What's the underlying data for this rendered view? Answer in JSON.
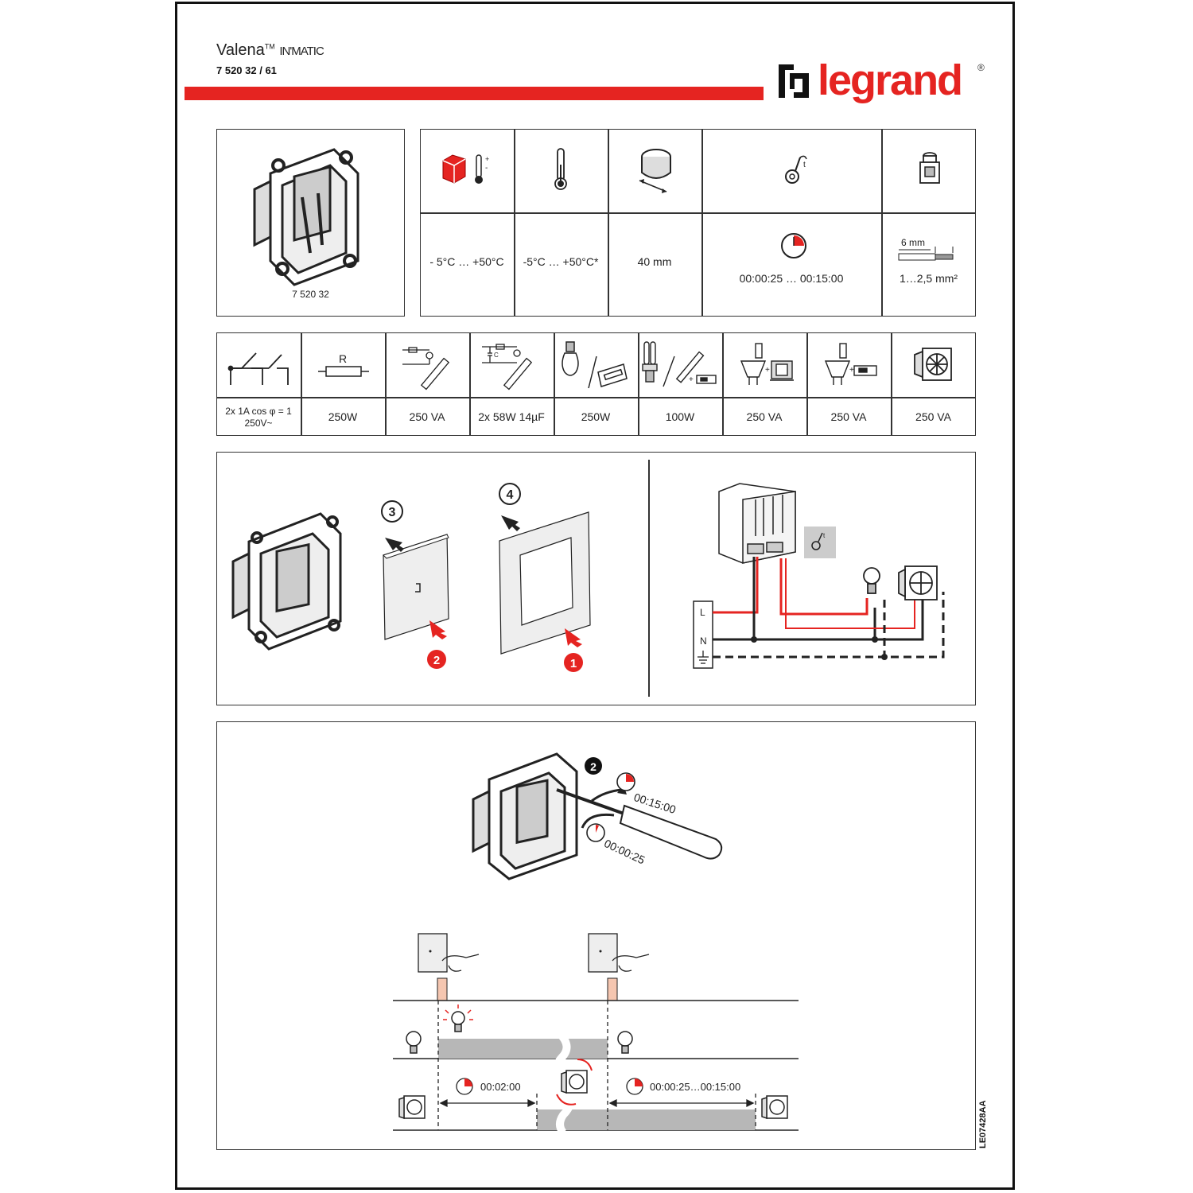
{
  "header": {
    "product_name": "Valena",
    "trademark": "TM",
    "line_name": "IN'MATIC",
    "reference": "7 520 32 / 61",
    "brand": "legrand",
    "registered": "®",
    "accent_color": "#e52421"
  },
  "specs": {
    "product_ref": "7 520 32",
    "storage_temp": "- 5°C … +50°C",
    "operating_temp": "-5°C … +50°C*",
    "box_depth": "40 mm",
    "timer_range": "00:00:25 … 00:15:00",
    "strip_length": "6 mm",
    "wire_section": "1…2,5 mm²"
  },
  "loads": [
    {
      "icon": "contacts-icon",
      "label_line1": "2x 1A cos φ = 1",
      "label_line2": "250V~"
    },
    {
      "icon": "resistor-icon",
      "symbol": "R",
      "label_line1": "250W"
    },
    {
      "icon": "fluorescent-tube-icon",
      "label_line1": "250 VA"
    },
    {
      "icon": "compensated-fluorescent-icon",
      "symbol": "C",
      "label_line1": "2x 58W 14µF"
    },
    {
      "icon": "incandescent-halogen-icon",
      "label_line1": "250W"
    },
    {
      "icon": "compact-fluorescent-icon",
      "label_line1": "100W"
    },
    {
      "icon": "halogen-transformer-icon",
      "label_line1": "250 VA"
    },
    {
      "icon": "halogen-electronic-transformer-icon",
      "label_line1": "250 VA"
    },
    {
      "icon": "fan-icon",
      "label_line1": "250 VA"
    }
  ],
  "install": {
    "steps": [
      "3",
      "4",
      "2",
      "1"
    ],
    "terminals": [
      "L",
      "N"
    ]
  },
  "adjust": {
    "step": "2",
    "time_max": "00:15:00",
    "time_min": "00:00:25"
  },
  "timing": {
    "delay_fixed": "00:02:00",
    "delay_range": "00:00:25…00:15:00"
  },
  "doc_code": "LE07428AA"
}
